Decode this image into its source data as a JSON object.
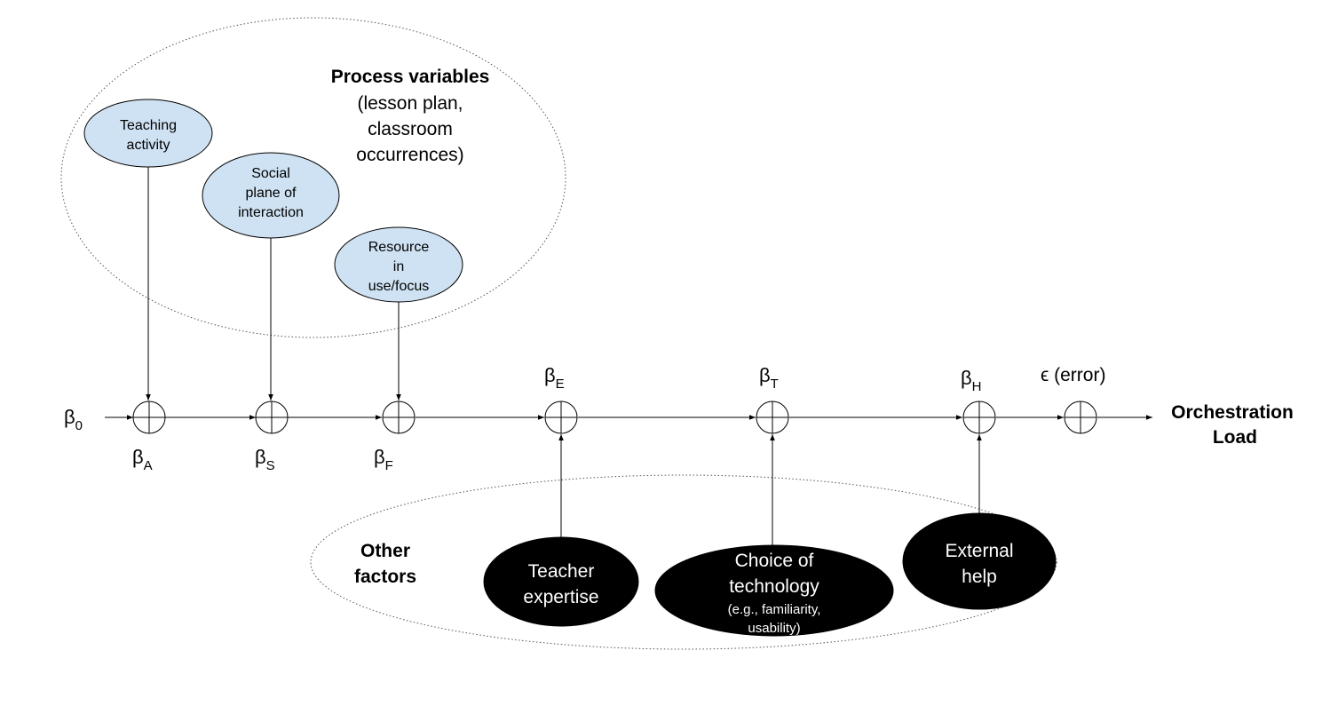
{
  "groups": {
    "process": {
      "title": "Process variables",
      "subtitle_lines": [
        "(lesson plan,",
        "classroom",
        "occurrences)"
      ]
    },
    "other": {
      "title_lines": [
        "Other",
        "factors"
      ]
    }
  },
  "process_nodes": [
    {
      "lines": [
        "Teaching",
        "activity"
      ]
    },
    {
      "lines": [
        "Social",
        "plane of",
        "interaction"
      ]
    },
    {
      "lines": [
        "Resource",
        "in",
        "use/focus"
      ]
    }
  ],
  "other_nodes": [
    {
      "lines": [
        "Teacher",
        "expertise"
      ]
    },
    {
      "lines": [
        "Choice of",
        "technology"
      ],
      "small_lines": [
        "(e.g., familiarity,",
        "usability)"
      ]
    },
    {
      "lines": [
        "External",
        "help"
      ]
    }
  ],
  "coefficients": {
    "beta0": {
      "symbol": "β",
      "sub": "0"
    },
    "betaA": {
      "symbol": "β",
      "sub": "A"
    },
    "betaS": {
      "symbol": "β",
      "sub": "S"
    },
    "betaF": {
      "symbol": "β",
      "sub": "F"
    },
    "betaE": {
      "symbol": "β",
      "sub": "E"
    },
    "betaT": {
      "symbol": "β",
      "sub": "T"
    },
    "betaH": {
      "symbol": "β",
      "sub": "H"
    },
    "error": "ϵ (error)"
  },
  "output": {
    "lines": [
      "Orchestration",
      "Load"
    ]
  },
  "colors": {
    "process_node_fill": "#cfe2f3",
    "other_node_fill": "#000000"
  }
}
